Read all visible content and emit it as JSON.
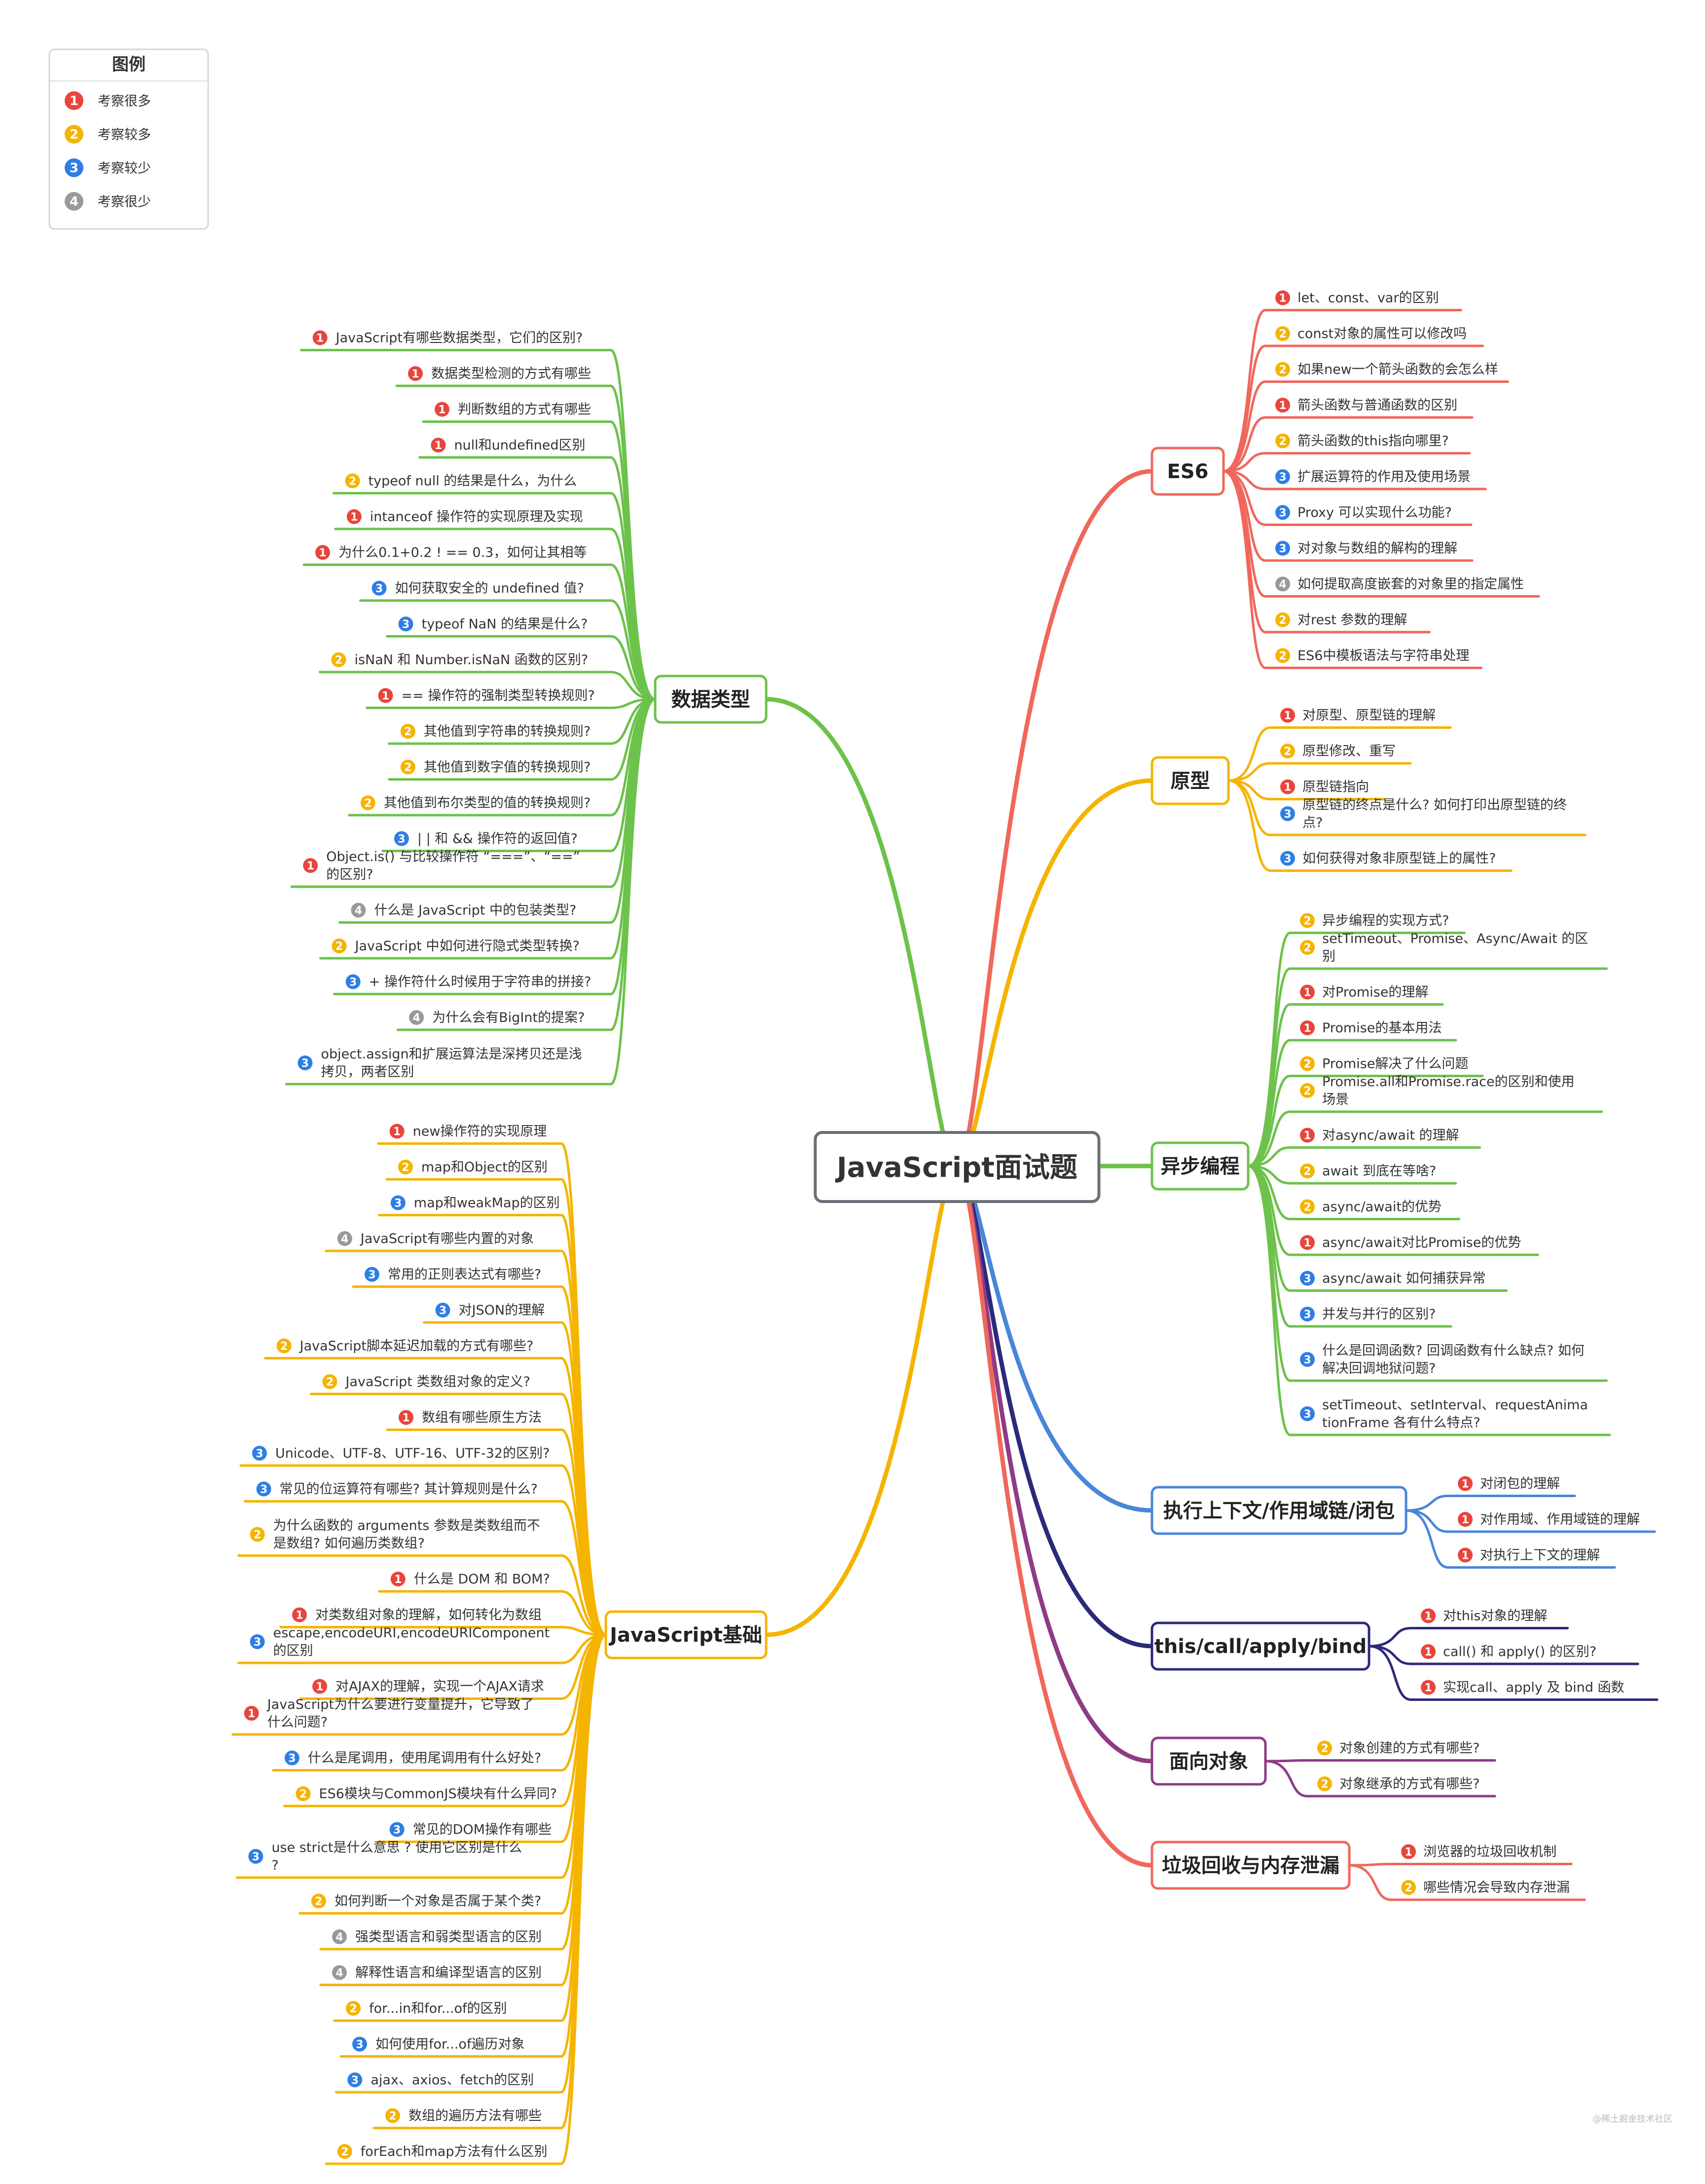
{
  "legend": {
    "title": "图例",
    "items": [
      {
        "level": 1,
        "label": "考察很多"
      },
      {
        "level": 2,
        "label": "考察较多"
      },
      {
        "level": 3,
        "label": "考察较少"
      },
      {
        "level": 4,
        "label": "考察很少"
      }
    ]
  },
  "level_colors": {
    "1": "#e8453c",
    "2": "#f5b400",
    "3": "#2f7ee5",
    "4": "#999999"
  },
  "root": "JavaScript面试题",
  "branches": [
    {
      "label": "数据类型",
      "side": "left",
      "color": "#6cc24a",
      "items": [
        {
          "level": 1,
          "text": "JavaScript有哪些数据类型，它们的区别?"
        },
        {
          "level": 1,
          "text": "数据类型检测的方式有哪些"
        },
        {
          "level": 1,
          "text": "判断数组的方式有哪些"
        },
        {
          "level": 1,
          "text": "null和undefined区别"
        },
        {
          "level": 2,
          "text": "typeof null 的结果是什么，为什么"
        },
        {
          "level": 1,
          "text": "intanceof 操作符的实现原理及实现"
        },
        {
          "level": 1,
          "text": "为什么0.1+0.2 ! == 0.3，如何让其相等"
        },
        {
          "level": 3,
          "text": "如何获取安全的 undefined 值?"
        },
        {
          "level": 3,
          "text": "typeof NaN 的结果是什么?"
        },
        {
          "level": 2,
          "text": "isNaN 和 Number.isNaN 函数的区别?"
        },
        {
          "level": 1,
          "text": "== 操作符的强制类型转换规则?"
        },
        {
          "level": 2,
          "text": "其他值到字符串的转换规则?"
        },
        {
          "level": 2,
          "text": "其他值到数字值的转换规则?"
        },
        {
          "level": 2,
          "text": "其他值到布尔类型的值的转换规则?"
        },
        {
          "level": 3,
          "text": "| | 和 && 操作符的返回值?"
        },
        {
          "level": 1,
          "text": "Object.is() 与比较操作符 “===”、“==” 的区别?"
        },
        {
          "level": 4,
          "text": "什么是 JavaScript 中的包装类型?"
        },
        {
          "level": 2,
          "text": "JavaScript 中如何进行隐式类型转换?"
        },
        {
          "level": 3,
          "text": "+ 操作符什么时候用于字符串的拼接?"
        },
        {
          "level": 4,
          "text": "为什么会有BigInt的提案?"
        },
        {
          "level": 3,
          "text": "object.assign和扩展运算法是深拷贝还是浅拷贝，两者区别"
        }
      ]
    },
    {
      "label": "JavaScript基础",
      "side": "left",
      "color": "#f5b400",
      "items": [
        {
          "level": 1,
          "text": "new操作符的实现原理"
        },
        {
          "level": 2,
          "text": "map和Object的区别"
        },
        {
          "level": 3,
          "text": "map和weakMap的区别"
        },
        {
          "level": 4,
          "text": "JavaScript有哪些内置的对象"
        },
        {
          "level": 3,
          "text": "常用的正则表达式有哪些?"
        },
        {
          "level": 3,
          "text": "对JSON的理解"
        },
        {
          "level": 2,
          "text": "JavaScript脚本延迟加载的方式有哪些?"
        },
        {
          "level": 2,
          "text": "JavaScript 类数组对象的定义?"
        },
        {
          "level": 1,
          "text": "数组有哪些原生方法"
        },
        {
          "level": 3,
          "text": "Unicode、UTF-8、UTF-16、UTF-32的区别?"
        },
        {
          "level": 3,
          "text": "常见的位运算符有哪些? 其计算规则是什么?"
        },
        {
          "level": 2,
          "text": "为什么函数的 arguments 参数是类数组而不是数组? 如何遍历类数组?"
        },
        {
          "level": 1,
          "text": "什么是 DOM 和 BOM?"
        },
        {
          "level": 1,
          "text": "对类数组对象的理解，如何转化为数组"
        },
        {
          "level": 3,
          "text": "escape,encodeURI,encodeURIComponent 的区别"
        },
        {
          "level": 1,
          "text": "对AJAX的理解，实现一个AJAX请求"
        },
        {
          "level": 1,
          "text": "JavaScript为什么要进行变量提升，它导致了什么问题?"
        },
        {
          "level": 3,
          "text": "什么是尾调用，使用尾调用有什么好处?"
        },
        {
          "level": 2,
          "text": "ES6模块与CommonJS模块有什么异同?"
        },
        {
          "level": 3,
          "text": "常见的DOM操作有哪些"
        },
        {
          "level": 3,
          "text": "use strict是什么意思 ? 使用它区别是什么?"
        },
        {
          "level": 2,
          "text": "如何判断一个对象是否属于某个类?"
        },
        {
          "level": 4,
          "text": "强类型语言和弱类型语言的区别"
        },
        {
          "level": 4,
          "text": "解释性语言和编译型语言的区别"
        },
        {
          "level": 2,
          "text": "for...in和for...of的区别"
        },
        {
          "level": 3,
          "text": "如何使用for...of遍历对象"
        },
        {
          "level": 3,
          "text": "ajax、axios、fetch的区别"
        },
        {
          "level": 2,
          "text": "数组的遍历方法有哪些"
        },
        {
          "level": 2,
          "text": "forEach和map方法有什么区别"
        }
      ]
    },
    {
      "label": "ES6",
      "side": "right",
      "color": "#f0675c",
      "items": [
        {
          "level": 1,
          "text": "let、const、var的区别"
        },
        {
          "level": 2,
          "text": "const对象的属性可以修改吗"
        },
        {
          "level": 2,
          "text": "如果new一个箭头函数的会怎么样"
        },
        {
          "level": 1,
          "text": "箭头函数与普通函数的区别"
        },
        {
          "level": 2,
          "text": "箭头函数的this指向哪里?"
        },
        {
          "level": 3,
          "text": "扩展运算符的作用及使用场景"
        },
        {
          "level": 3,
          "text": "Proxy 可以实现什么功能?"
        },
        {
          "level": 3,
          "text": "对对象与数组的解构的理解"
        },
        {
          "level": 4,
          "text": "如何提取高度嵌套的对象里的指定属性"
        },
        {
          "level": 2,
          "text": "对rest 参数的理解"
        },
        {
          "level": 2,
          "text": "ES6中模板语法与字符串处理"
        }
      ]
    },
    {
      "label": "原型",
      "side": "right",
      "color": "#f5b400",
      "items": [
        {
          "level": 1,
          "text": "对原型、原型链的理解"
        },
        {
          "level": 2,
          "text": "原型修改、重写"
        },
        {
          "level": 1,
          "text": "原型链指向"
        },
        {
          "level": 3,
          "text": "原型链的终点是什么? 如何打印出原型链的终点?"
        },
        {
          "level": 3,
          "text": "如何获得对象非原型链上的属性?"
        }
      ]
    },
    {
      "label": "异步编程",
      "side": "right",
      "color": "#6cc24a",
      "items": [
        {
          "level": 2,
          "text": "异步编程的实现方式?"
        },
        {
          "level": 2,
          "text": "setTimeout、Promise、Async/Await 的区别"
        },
        {
          "level": 1,
          "text": "对Promise的理解"
        },
        {
          "level": 1,
          "text": "Promise的基本用法"
        },
        {
          "level": 2,
          "text": "Promise解决了什么问题"
        },
        {
          "level": 2,
          "text": "Promise.all和Promise.race的区别和使用场景"
        },
        {
          "level": 1,
          "text": "对async/await 的理解"
        },
        {
          "level": 2,
          "text": "await 到底在等啥?"
        },
        {
          "level": 2,
          "text": "async/await的优势"
        },
        {
          "level": 1,
          "text": "async/await对比Promise的优势"
        },
        {
          "level": 3,
          "text": "async/await 如何捕获异常"
        },
        {
          "level": 3,
          "text": "并发与并行的区别?"
        },
        {
          "level": 3,
          "text": "什么是回调函数? 回调函数有什么缺点? 如何解决回调地狱问题?"
        },
        {
          "level": 3,
          "text": "setTimeout、setInterval、requestAnimationFrame 各有什么特点?"
        }
      ]
    },
    {
      "label": "执行上下文/作用域链/闭包",
      "side": "right",
      "color": "#4a86d8",
      "items": [
        {
          "level": 1,
          "text": "对闭包的理解"
        },
        {
          "level": 1,
          "text": "对作用域、作用域链的理解"
        },
        {
          "level": 1,
          "text": "对执行上下文的理解"
        }
      ]
    },
    {
      "label": "this/call/apply/bind",
      "side": "right",
      "color": "#2b2a7a",
      "items": [
        {
          "level": 1,
          "text": "对this对象的理解"
        },
        {
          "level": 1,
          "text": "call() 和 apply() 的区别?"
        },
        {
          "level": 1,
          "text": "实现call、apply 及 bind 函数"
        }
      ]
    },
    {
      "label": "面向对象",
      "side": "right",
      "color": "#8e3b87",
      "items": [
        {
          "level": 2,
          "text": "对象创建的方式有哪些?"
        },
        {
          "level": 2,
          "text": "对象继承的方式有哪些?"
        }
      ]
    },
    {
      "label": "垃圾回收与内存泄漏",
      "side": "right",
      "color": "#f0675c",
      "items": [
        {
          "level": 1,
          "text": "浏览器的垃圾回收机制"
        },
        {
          "level": 2,
          "text": "哪些情况会导致内存泄漏"
        }
      ]
    }
  ],
  "watermark": "@稀土掘金技术社区"
}
